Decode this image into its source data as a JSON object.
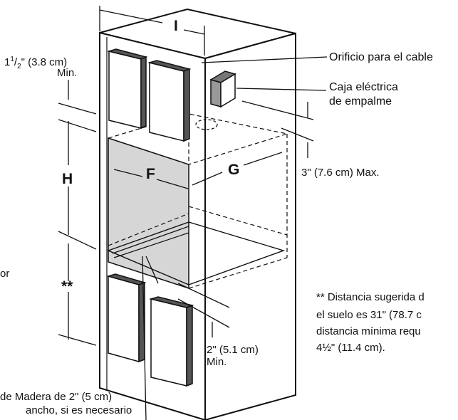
{
  "labels": {
    "dim_I": "I",
    "dim_F": "F",
    "dim_G": "G",
    "dim_H": "H",
    "dim_star": "**",
    "top_gap_1": "1",
    "top_gap_sup": "1",
    "top_gap_slash": "/",
    "top_gap_sub": "2",
    "top_gap_rest": "\" (3.8 cm)",
    "top_gap_min": "Min.",
    "cable_hole": "Orificio para el cable",
    "junction_box_1": "Caja eléctrica",
    "junction_box_2": "de empalme",
    "max_gap": "3\" (7.6 cm) Max.",
    "bottom_gap_1": "2\" (5.1 cm)",
    "bottom_gap_2": "Min.",
    "wood_strip_1": "de Madera de 2\" (5 cm)",
    "wood_strip_2": "ancho, si es necesario",
    "note_1": "** Distancia sugerida d",
    "note_2": "el suelo es 31\" (78.7 c",
    "note_3": "distancia mínima requ",
    "note_4": "4½\" (11.4 cm).",
    "left_cut": "or"
  }
}
